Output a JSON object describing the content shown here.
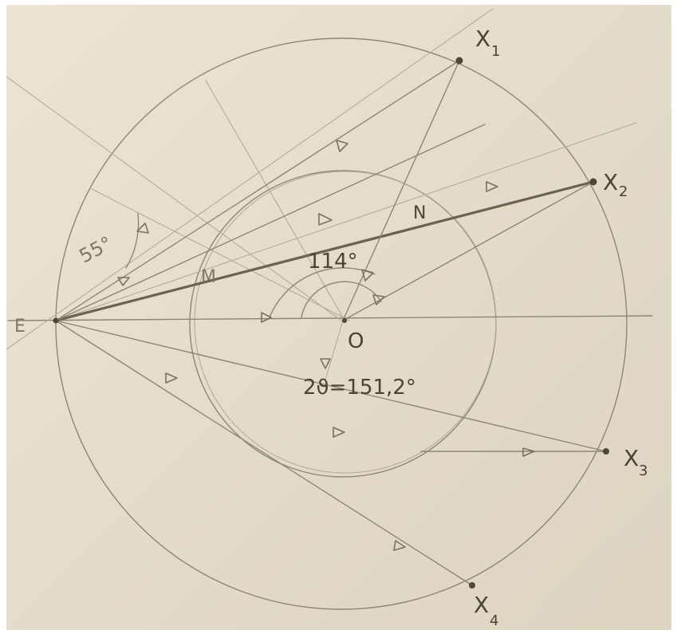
{
  "labels": {
    "x1": "X",
    "x1_sub": "1",
    "x2": "X",
    "x2_sub": "2",
    "x3": "X",
    "x3_sub": "3",
    "x4": "X",
    "x4_sub": "4",
    "o": "O",
    "m": "M",
    "n": "N",
    "e": "E",
    "angle_55": "55°",
    "angle_114": "114°",
    "two_theta": "2ϑ=151,2°"
  },
  "colors": {
    "paper": "#e6dfcf",
    "pencil": "#8d8676",
    "bold_line": "#6b6250",
    "text": "#4a4436"
  }
}
